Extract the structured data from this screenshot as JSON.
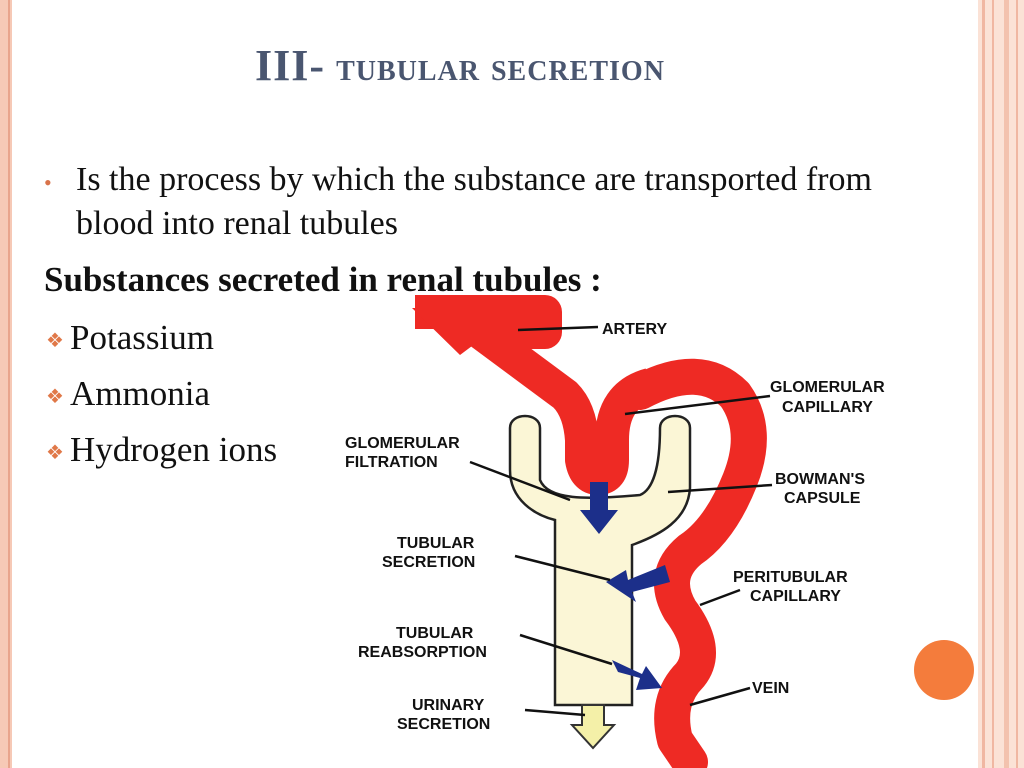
{
  "slide": {
    "title_prefix": "III-",
    "title_main": " tubular secretion",
    "definition": "Is the process by which the substance are transported from blood into renal tubules",
    "heading": "Substances secreted in renal tubules :",
    "items": [
      "Potassium",
      "Ammonia",
      "Hydrogen ions"
    ]
  },
  "diagram": {
    "labels": {
      "artery": "ARTERY",
      "glomerular_capillary_1": "GLOMERULAR",
      "glomerular_capillary_2": "CAPILLARY",
      "glomerular_filtration_1": "GLOMERULAR",
      "glomerular_filtration_2": "FILTRATION",
      "bowmans_capsule_1": "BOWMAN'S",
      "bowmans_capsule_2": "CAPSULE",
      "tubular_secretion_1": "TUBULAR",
      "tubular_secretion_2": "SECRETION",
      "peritubular_capillary_1": "PERITUBULAR",
      "peritubular_capillary_2": "CAPILLARY",
      "tubular_reabsorption_1": "TUBULAR",
      "tubular_reabsorption_2": "REABSORPTION",
      "vein": "VEIN",
      "urinary_secretion_1": "URINARY",
      "urinary_secretion_2": "SECRETION"
    }
  },
  "colors": {
    "vessel": "#ee2a24",
    "tubule": "#fbf6d6",
    "arrow": "#1c2f8a",
    "accent": "#f47c3c"
  }
}
